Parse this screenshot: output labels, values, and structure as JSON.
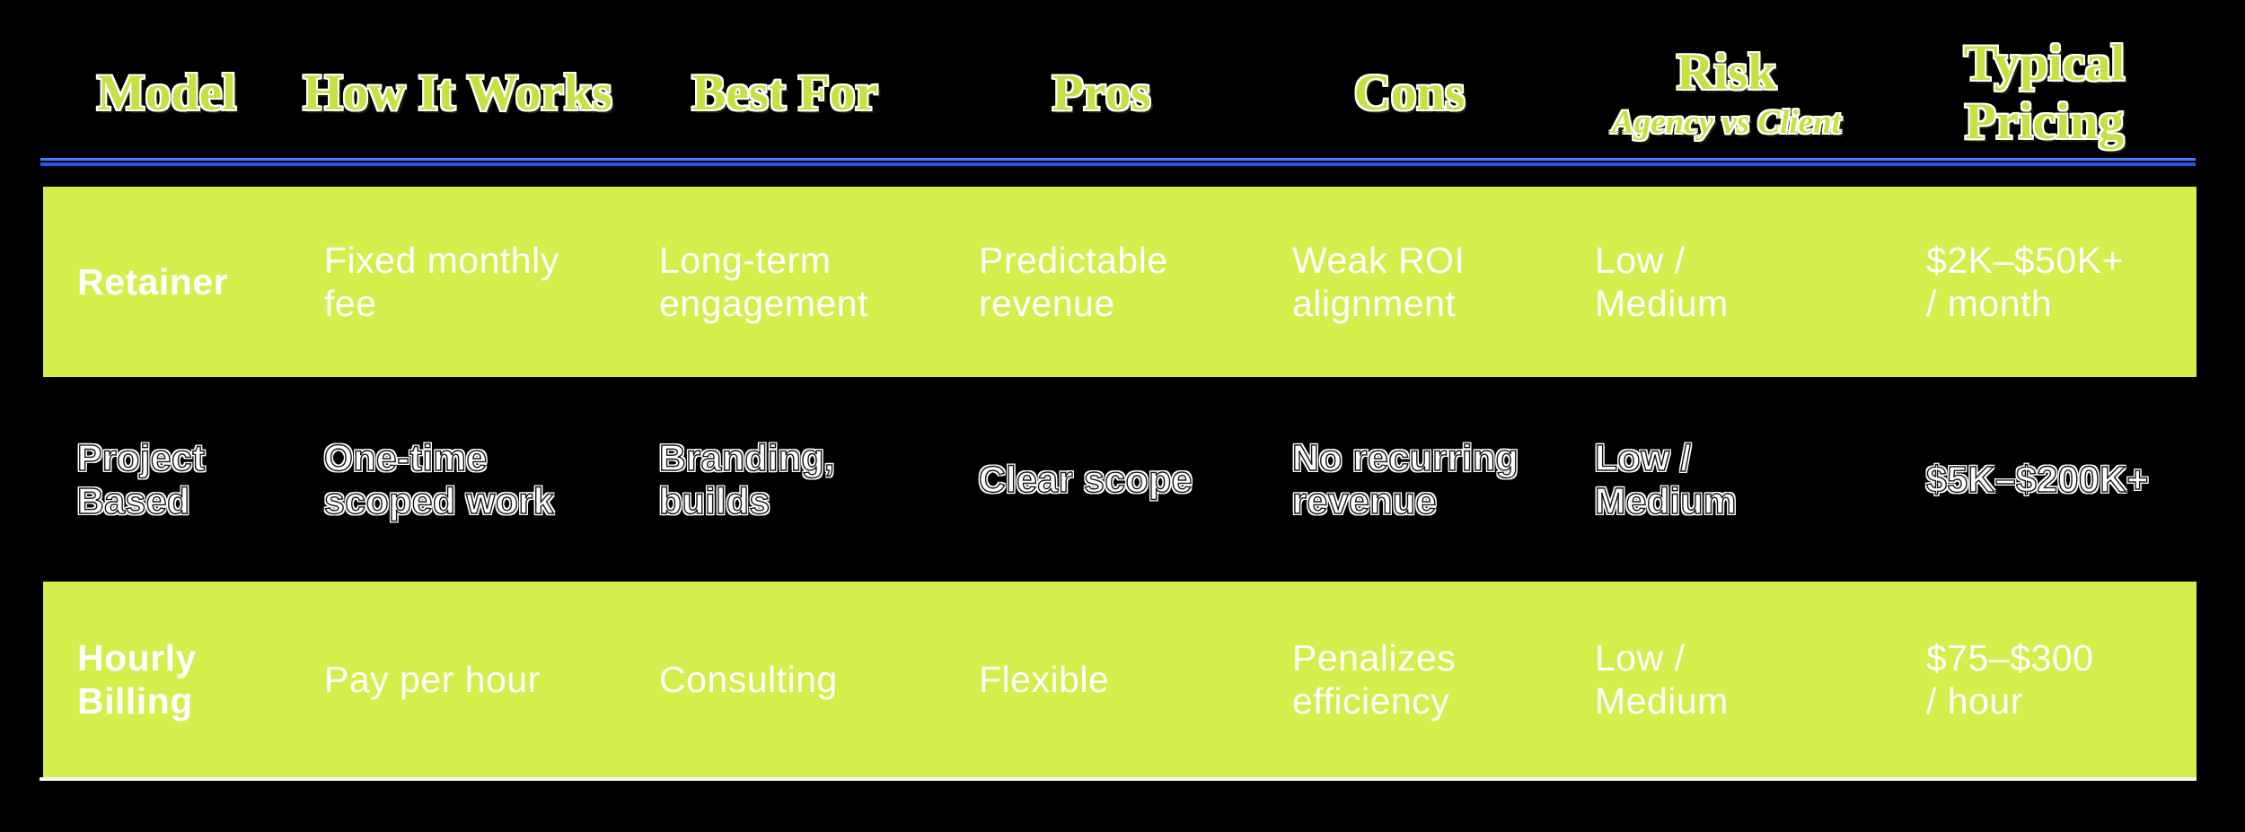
{
  "colors": {
    "background": "#000000",
    "row_highlight_lime": "#d2ef4c",
    "header_text_lime": "#c9e044",
    "header_outline": "#ffffff",
    "divider_blue": "#2e66f3",
    "body_text": "#ffffff",
    "table_bottom_line": "#f5f5f5"
  },
  "table": {
    "columns": [
      {
        "label": "Model"
      },
      {
        "label": "How It Works"
      },
      {
        "label": "Best For"
      },
      {
        "label": "Pros"
      },
      {
        "label": "Cons"
      },
      {
        "label": "Risk",
        "sublabel": "Agency vs Client"
      },
      {
        "label": "Typical Pricing"
      }
    ],
    "rows": [
      {
        "style": "lime",
        "cells": [
          "Retainer",
          "Fixed monthly\nfee",
          "Long-term\nengagement",
          "Predictable\nrevenue",
          "Weak ROI\nalignment",
          "Low /\nMedium",
          "$2K–$50K+\n/ month"
        ]
      },
      {
        "style": "dark",
        "cells": [
          "Project\nBased",
          "One-time\nscoped work",
          "Branding,\nbuilds",
          "Clear scope",
          "No recurring\nrevenue",
          "Low /\nMedium",
          "$5K–$200K+"
        ]
      },
      {
        "style": "lime",
        "cells": [
          "Hourly\nBilling",
          "Pay per hour",
          "Consulting",
          "Flexible",
          "Penalizes\nefficiency",
          "Low /\nMedium",
          "$75–$300\n/ hour"
        ]
      }
    ]
  },
  "chart_data": {
    "type": "table",
    "title": "",
    "columns": [
      "Model",
      "How It Works",
      "Best For",
      "Pros",
      "Cons",
      "Risk (Agency vs Client)",
      "Typical Pricing"
    ],
    "rows": [
      [
        "Retainer",
        "Fixed monthly fee",
        "Long-term engagement",
        "Predictable revenue",
        "Weak ROI alignment",
        "Low / Medium",
        "$2K–$50K+ / month"
      ],
      [
        "Project Based",
        "One-time scoped work",
        "Branding, builds",
        "Clear scope",
        "No recurring revenue",
        "Low / Medium",
        "$5K–$200K+"
      ],
      [
        "Hourly Billing",
        "Pay per hour",
        "Consulting",
        "Flexible",
        "Penalizes efficiency",
        "Low / Medium",
        "$75–$300 / hour"
      ]
    ],
    "layout_hints": {
      "highlighted_rows": [
        0,
        2
      ],
      "row_highlight_color": "#d2ef4c",
      "background": "#000000"
    }
  }
}
